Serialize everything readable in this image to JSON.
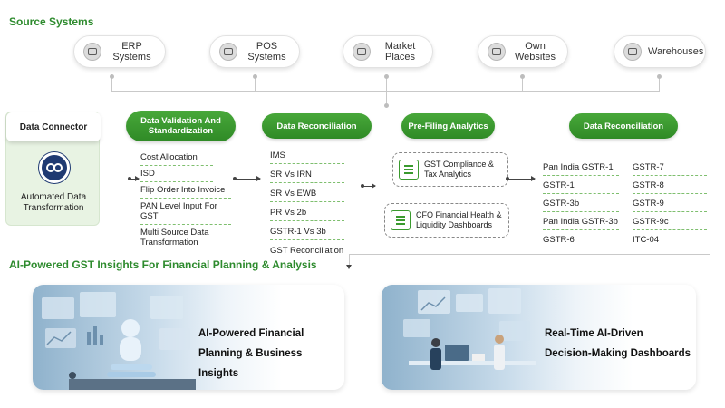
{
  "source_systems": {
    "heading": "Source Systems",
    "items": [
      {
        "label": "ERP Systems",
        "icon": "erp-icon"
      },
      {
        "label": "POS\nSystems",
        "icon": "pos-icon"
      },
      {
        "label": "Market\nPlaces",
        "icon": "marketplace-icon"
      },
      {
        "label": "Own\nWebsites",
        "icon": "website-icon"
      },
      {
        "label": "Warehouses",
        "icon": "warehouse-icon"
      }
    ]
  },
  "data_connector": {
    "title": "Data Connector",
    "subtitle": "Automated Data Transformation"
  },
  "stages": {
    "validation": {
      "label": "Data Validation And Standardization",
      "items": [
        "Cost Allocation",
        "ISD",
        "Flip Order Into Invoice",
        "PAN Level Input For GST",
        "Multi Source Data Transformation"
      ]
    },
    "reconciliation_1": {
      "label": "Data Reconciliation",
      "items": [
        "IMS",
        "SR Vs IRN",
        "SR Vs EWB",
        "PR Vs 2b",
        "GSTR-1 Vs 3b",
        "GST Reconciliation"
      ]
    },
    "prefiling": {
      "label": "Pre-Filing Analytics",
      "cards": [
        "GST Compliance & Tax Analytics",
        "CFO Financial Health & Liquidity Dashboards"
      ]
    },
    "reconciliation_2": {
      "label": "Data Reconciliation",
      "col1": [
        "Pan India GSTR-1",
        "GSTR-1",
        "GSTR-3b",
        "Pan India GSTR-3b",
        "GSTR-6"
      ],
      "col2": [
        "GSTR-7",
        "GSTR-8",
        "GSTR-9",
        "GSTR-9c",
        "ITC-04"
      ]
    }
  },
  "insights": {
    "heading": "AI-Powered GST Insights For Financial Planning & Analysis",
    "cards": [
      {
        "line1": "AI-Powered Financial",
        "line2": "Planning & Business Insights"
      },
      {
        "line1": "Real-Time AI-Driven",
        "line2": "Decision-Making Dashboards"
      }
    ]
  },
  "colors": {
    "accent_green": "#2e8b2e",
    "pill_green": "#3a9a2e",
    "dash_green": "#7fbf6f"
  }
}
